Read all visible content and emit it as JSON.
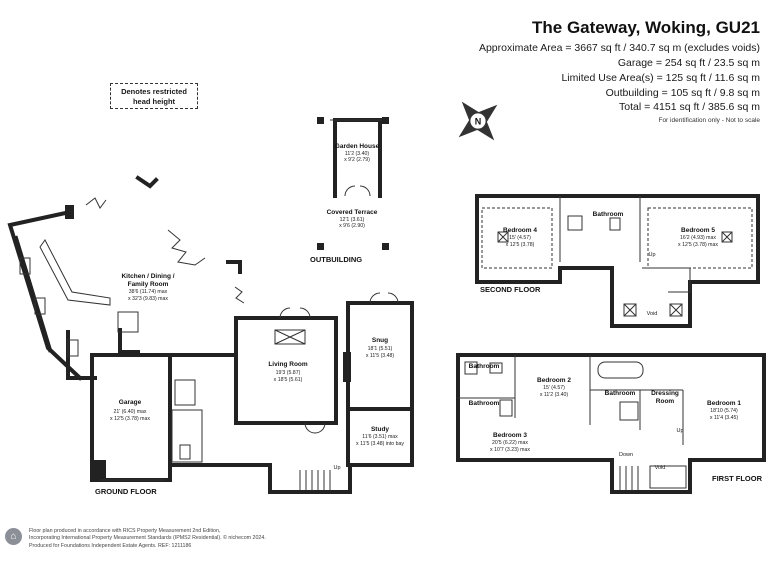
{
  "header": {
    "title": "The Gateway, Woking, GU21",
    "areas": {
      "approximate": "Approximate Area = 3667 sq ft / 340.7 sq m (excludes voids)",
      "garage": "Garage = 254 sq ft / 23.5 sq m",
      "limited_use": "Limited Use Area(s) = 125 sq ft / 11.6 sq m",
      "outbuilding": "Outbuilding = 105 sq ft / 9.8 sq m",
      "total": "Total = 4151 sq ft / 385.6 sq m"
    },
    "disclaimer": "For identification only - Not to scale"
  },
  "legend": {
    "restricted_line1": "Denotes restricted",
    "restricted_line2": "head height"
  },
  "compass": {
    "letter": "N",
    "icon": "compass-icon"
  },
  "floors": {
    "ground": "GROUND FLOOR",
    "first": "FIRST FLOOR",
    "second": "SECOND FLOOR",
    "outbuilding": "OUTBUILDING"
  },
  "rooms": {
    "garden_house": {
      "name": "Garden House",
      "dim1": "11'2 (3.40)",
      "dim2": "x 9'2 (2.79)"
    },
    "covered_terrace": {
      "name": "Covered Terrace",
      "dim1": "12'1 (3.61)",
      "dim2": "x 9'6 (2.90)"
    },
    "kitchen": {
      "name1": "Kitchen / Dining /",
      "name2": "Family Room",
      "dim1": "38'6 (11.74) max",
      "dim2": "x 32'3 (9.83) max"
    },
    "living": {
      "name": "Living Room",
      "dim1": "19'3 (5.87)",
      "dim2": "x 18'5 (5.61)"
    },
    "snug": {
      "name": "Snug",
      "dim1": "18'1 (5.51)",
      "dim2": "x 11'5 (3.48)"
    },
    "study": {
      "name": "Study",
      "dim1": "11'6 (3.51) max",
      "dim2": "x 11'5 (3.48) into bay"
    },
    "garage": {
      "name": "Garage",
      "dim1": "21' (6.40) max",
      "dim2": "x 12'5 (3.78) max"
    },
    "bedroom4": {
      "name": "Bedroom 4",
      "dim1": "15' (4.57)",
      "dim2": "x 12'5 (3.78)"
    },
    "bedroom5": {
      "name": "Bedroom 5",
      "dim1": "16'2 (4.93) max",
      "dim2": "x 12'5 (3.78) max"
    },
    "bathroom_second": {
      "name": "Bathroom"
    },
    "bedroom1": {
      "name": "Bedroom 1",
      "dim1": "18'10 (5.74)",
      "dim2": "x 11'4 (3.45)"
    },
    "bedroom2": {
      "name": "Bedroom 2",
      "dim1": "15' (4.57)",
      "dim2": "x 11'2 (3.40)"
    },
    "bedroom3": {
      "name": "Bedroom 3",
      "dim1": "20'5 (6.22) max",
      "dim2": "x 10'7 (3.23) max"
    },
    "bathroom_first_a": {
      "name": "Bathroom"
    },
    "bathroom_first_b": {
      "name": "Bathroom"
    },
    "bathroom_first_c": {
      "name": "Bathroom"
    },
    "dressing": {
      "name1": "Dressing",
      "name2": "Room"
    }
  },
  "marks": {
    "up": "Up",
    "down": "Down",
    "void": "Void"
  },
  "footer": {
    "line1": "Floor plan produced in accordance with RICS Property Measurement 2nd Edition,",
    "line2": "Incorporating International Property Measurement Standards (IPMS2 Residential). © nichecom 2024.",
    "line3": "Produced for Foundations Independent Estate Agents.   REF: 1211186",
    "logo_icon": "nichecom-logo-icon"
  }
}
